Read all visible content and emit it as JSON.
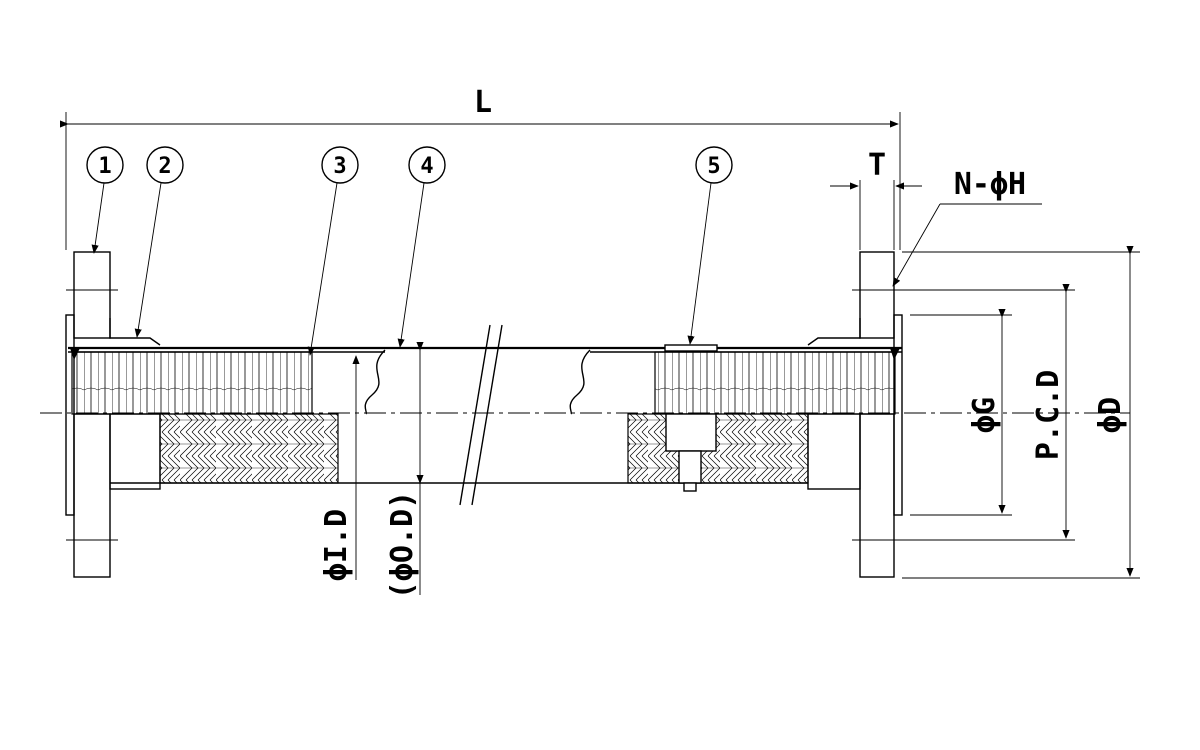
{
  "labels": {
    "L": "L",
    "T": "T",
    "NH": "N-ϕH",
    "G": "ϕG",
    "PCD": "P.C.D",
    "D": "ϕD",
    "ID": "ϕI.D",
    "OD": "(ϕO.D)"
  },
  "balloons": [
    "1",
    "2",
    "3",
    "4",
    "5"
  ]
}
